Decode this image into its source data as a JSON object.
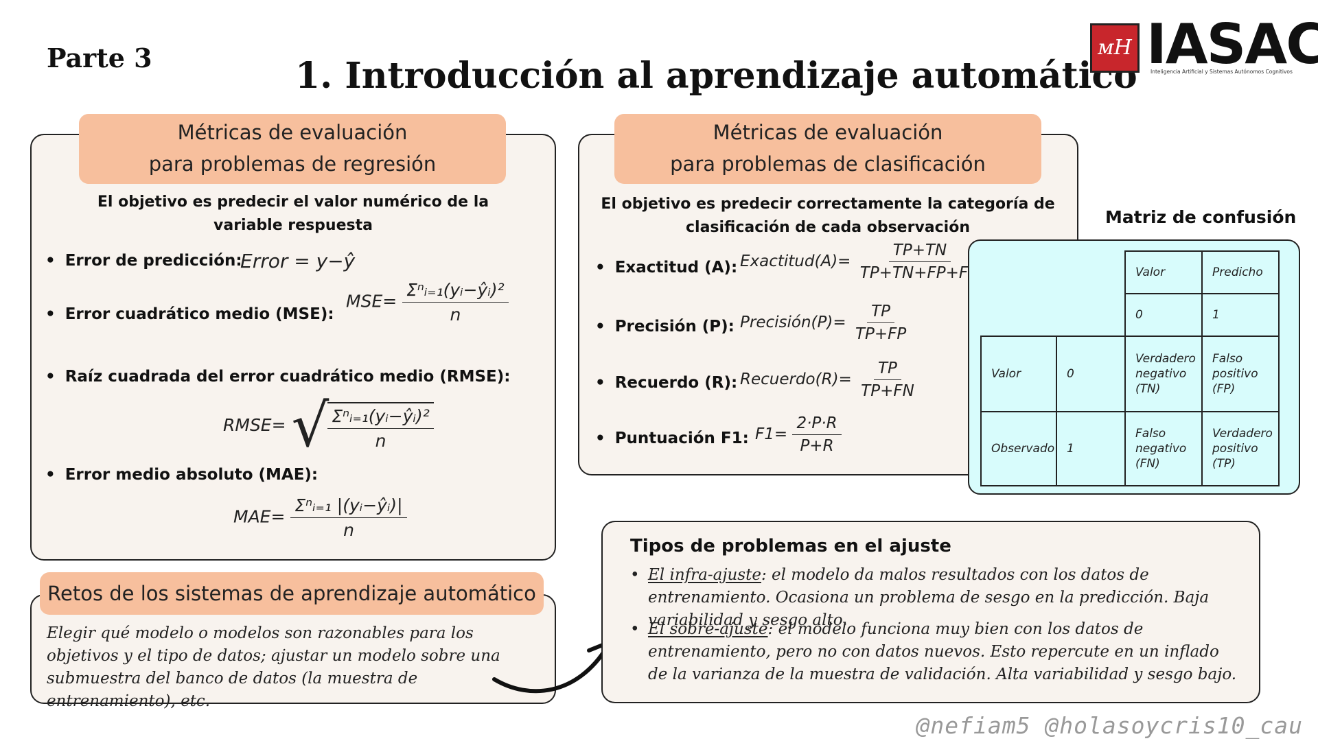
{
  "header": {
    "part": "Parte 3",
    "title": "1. Introducción al aprendizaje automático",
    "logo_mark": "ᴍH",
    "logo_text": "IASAC",
    "logo_subtitle": "Inteligencia Artificial y Sistemas Autónomos Cognitivos"
  },
  "regression": {
    "tab_line1": "Métricas de evaluación",
    "tab_line2": "para problemas de regresión",
    "objective_line1": "El objetivo es predecir el valor numérico de la",
    "objective_line2": "variable respuesta",
    "metrics": [
      {
        "label": "Error de predicción:",
        "formula": "Error = y−ŷ"
      },
      {
        "label": "Error cuadrático medio (MSE):",
        "lhs": "MSE=",
        "num": "Σⁿᵢ₌₁(yᵢ−ŷᵢ)²",
        "den": "n"
      },
      {
        "label": "Raíz cuadrada del error cuadrático medio (RMSE):",
        "lhs": "RMSE=",
        "num": "Σⁿᵢ₌₁(yᵢ−ŷᵢ)²",
        "den": "n"
      },
      {
        "label": "Error medio absoluto (MAE):",
        "lhs": "MAE=",
        "num": "Σⁿᵢ₌₁ |(yᵢ−ŷᵢ)|",
        "den": "n"
      }
    ]
  },
  "classification": {
    "tab_line1": "Métricas de evaluación",
    "tab_line2": "para problemas de clasificación",
    "objective_line1": "El objetivo es predecir correctamente la categoría de",
    "objective_line2": "clasificación de cada observación",
    "metrics": [
      {
        "label": "Exactitud (A):",
        "lhs": "Exactitud(A)=",
        "num": "TP+TN",
        "den": "TP+TN+FP+FN"
      },
      {
        "label": "Precisión (P):",
        "lhs": "Precisión(P)=",
        "num": "TP",
        "den": "TP+FP"
      },
      {
        "label": "Recuerdo (R):",
        "lhs": "Recuerdo(R)=",
        "num": "TP",
        "den": "TP+FN"
      },
      {
        "label": "Puntuación F1:",
        "lhs": "F1=",
        "num": "2·P·R",
        "den": "P+R"
      }
    ]
  },
  "confusion": {
    "title": "Matriz de confusión",
    "valor_col": "Valor",
    "predicho": "Predicho",
    "pred_0": "0",
    "pred_1": "1",
    "valor_row": "Valor",
    "observado": "Observado",
    "obs_0": "0",
    "obs_1": "1",
    "tn": "Verdadero negativo (TN)",
    "fp": "Falso positivo (FP)",
    "fn": "Falso negativo (FN)",
    "tp": "Verdadero positivo (TP)"
  },
  "retos": {
    "title": "Retos de los sistemas de aprendizaje automático",
    "text": "Elegir qué modelo o modelos son razonables para los objetivos y el tipo de datos; ajustar un modelo sobre una submuestra del banco de datos (la muestra de entrenamiento), etc."
  },
  "tipos": {
    "title": "Tipos de problemas en el ajuste",
    "items": [
      {
        "term": "El infra-ajuste",
        "text": ": el modelo da malos resultados con los datos de entrenamiento. Ocasiona un problema de sesgo en la predicción. Baja variabilidad y sesgo alto."
      },
      {
        "term": "El sobre-ajuste",
        "text": ": el modelo funciona muy bien con los datos de entrenamiento, pero no con datos nuevos. Esto repercute en un inflado de la varianza de la muestra de validación. Alta variabilidad y sesgo bajo."
      }
    ]
  },
  "credits": "@nefiam5 @holasoycris10_cau"
}
